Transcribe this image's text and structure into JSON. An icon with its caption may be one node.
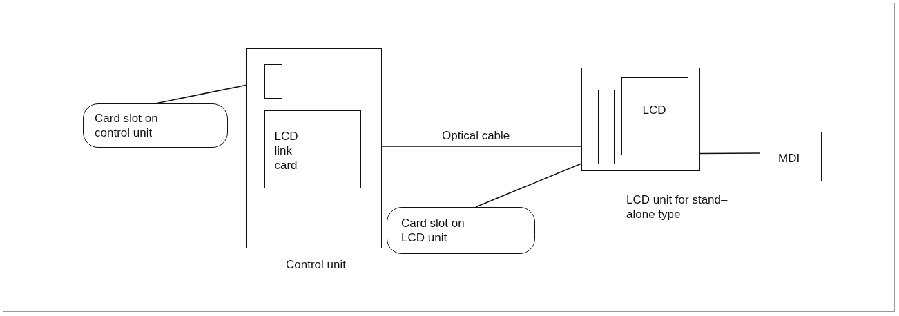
{
  "diagram": {
    "nodes": [
      {
        "text": [
          "Control unit"
        ]
      },
      {
        "text": [],
        "shape": "box",
        "in": 0
      },
      {
        "text": [
          "LCD link card"
        ],
        "in": 0
      },
      {
        "text": [
          "Card slot on control unit"
        ]
      },
      {
        "text": [
          "LCD unit for stand– alone type"
        ]
      },
      {
        "text": [],
        "shape": "box",
        "in": 4
      },
      {
        "text": [
          "LCD"
        ],
        "in": 4
      },
      {
        "text": [
          "MDI"
        ]
      },
      {
        "text": [
          "Card slot on LCD unit"
        ]
      }
    ],
    "edges": [
      {
        "from": 3,
        "to": 1,
        "arrow": "none"
      },
      {
        "from": 2,
        "to": 5,
        "arrow": "none",
        "label": "Optical cable"
      },
      {
        "from": 4,
        "to": 7,
        "arrow": "none"
      },
      {
        "from": 8,
        "to": 5,
        "arrow": "none"
      }
    ]
  }
}
